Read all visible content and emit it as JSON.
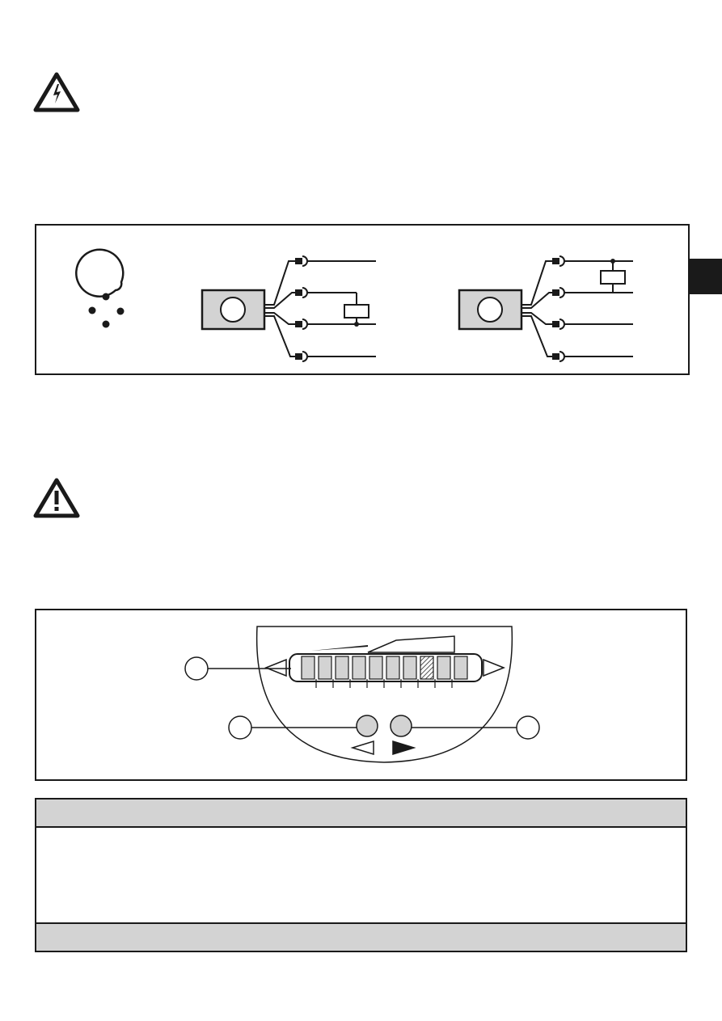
{
  "page": {
    "background": "#ffffff",
    "ink": "#1a1a1a",
    "fill_gray": "#d3d3d3"
  },
  "icons": {
    "high_voltage": "high-voltage-warning-icon",
    "caution": "caution-warning-icon"
  },
  "section_tab": {
    "color": "#1a1a1a"
  },
  "wiring_diagram": {
    "connector_pins": 4,
    "circuits": 2
  },
  "display_diagram": {
    "bar_segments": 10,
    "highlighted_segment": 8
  },
  "table": {
    "rows": 3
  }
}
